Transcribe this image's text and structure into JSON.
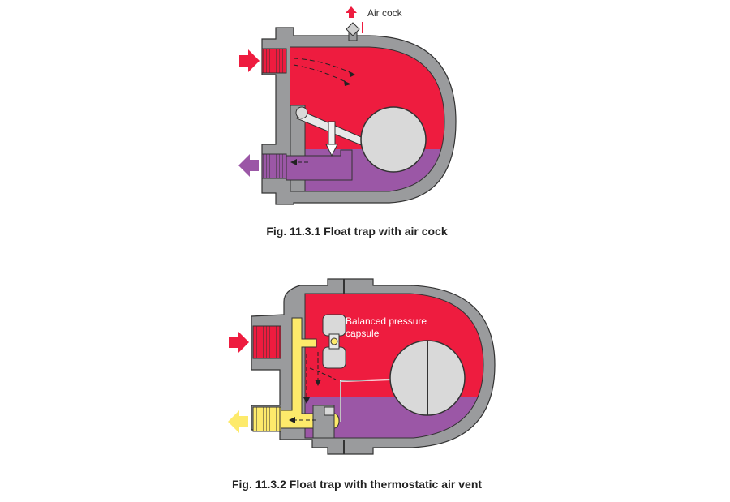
{
  "figure1": {
    "caption": "Fig. 11.3.1 Float trap with air cock",
    "air_cock_label": "Air cock"
  },
  "figure2": {
    "caption": "Fig. 11.3.2 Float trap with thermostatic air vent",
    "capsule_label_line1": "Balanced pressure",
    "capsule_label_line2": "capsule"
  },
  "colors": {
    "steam": "#ee1c3f",
    "condensate": "#9b57a6",
    "air": "#fdea6b",
    "body": "#9a9b9d",
    "float": "#d9d9d9",
    "outline": "#333333"
  },
  "icons": [
    "inlet-arrow-icon",
    "outlet-arrow-icon",
    "vent-arrow-icon"
  ]
}
